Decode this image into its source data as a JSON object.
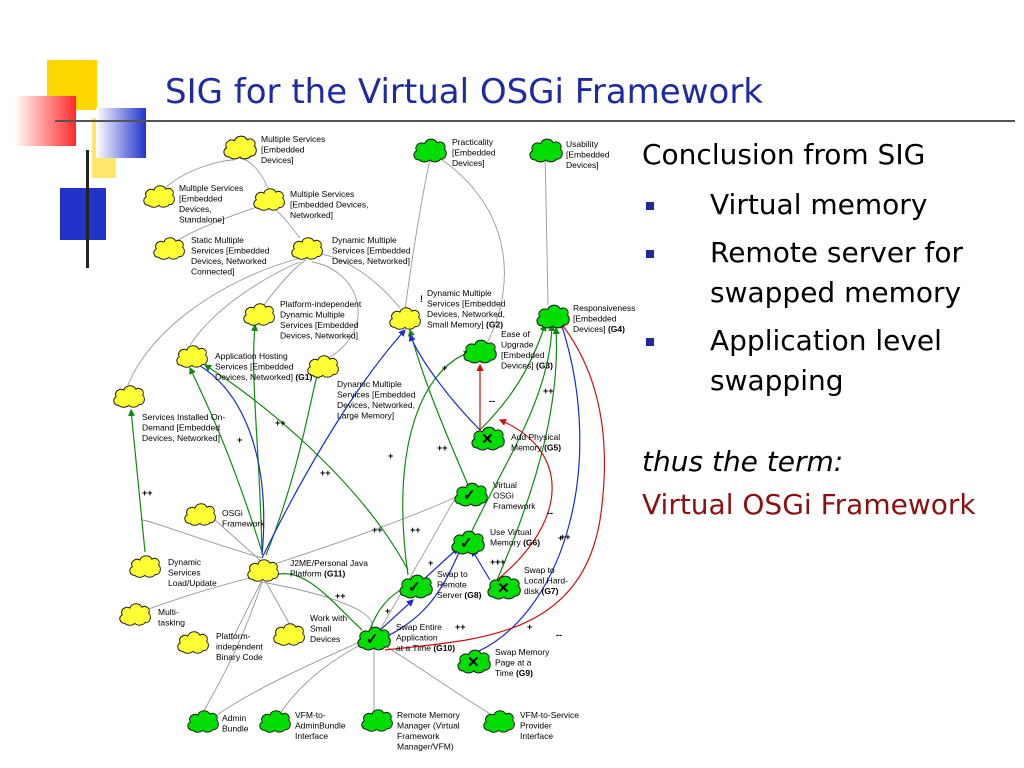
{
  "slide": {
    "title": "SIG for the Virtual OSGi Framework"
  },
  "panel": {
    "heading": "Conclusion from SIG",
    "bullets": [
      "Virtual memory",
      "Remote server for swapped memory",
      "Application level swapping"
    ],
    "thus": "thus the term:",
    "term": "Virtual OSGi Framework"
  },
  "colors": {
    "title": "#1f2aa0",
    "softgoal_fill": "#ffff33",
    "operationalized_fill": "#00dd00",
    "term_color": "#8b1212"
  },
  "sig": {
    "softgoals": [
      {
        "id": "n1",
        "lines": [
          "Multiple Services",
          "[Embedded",
          "Devices]"
        ]
      },
      {
        "id": "n2",
        "lines": [
          "Multiple Services",
          "[Embedded",
          "Devices,",
          "Standalone]"
        ]
      },
      {
        "id": "n3",
        "lines": [
          "Multiple Services",
          "[Embedded Devices,",
          "Networked]"
        ]
      },
      {
        "id": "n4",
        "lines": [
          "Static Multiple",
          "Services [Embedded",
          "Devices, Networked",
          "Connected]"
        ]
      },
      {
        "id": "n5",
        "lines": [
          "Dynamic Multiple",
          "Services [Embedded",
          "Devices, Networked]"
        ]
      },
      {
        "id": "n6",
        "lines": [
          "Platform-independent",
          "Dynamic Multiple",
          "Services [Embedded",
          "Devices, Networked]"
        ]
      },
      {
        "id": "n7",
        "lines": [
          "Dynamic Multiple",
          "Services [Embedded",
          "Devices, Networked,",
          "Small Memory]"
        ],
        "tag": "(G2)"
      },
      {
        "id": "n8",
        "lines": [
          "Application Hosting",
          "Services [Embedded",
          "Devices, Networked]"
        ],
        "tag": "(G1)"
      },
      {
        "id": "n9",
        "lines": [
          "Dynamic Multiple",
          "Services [Embedded",
          "Devices, Networked,",
          "Large Memory]"
        ]
      },
      {
        "id": "n10",
        "lines": [
          "Services Installed On-",
          "Demand [Embedded",
          "Devices, Networked]"
        ]
      },
      {
        "id": "n11",
        "lines": [
          "OSGi",
          "Framework"
        ]
      },
      {
        "id": "n12",
        "lines": [
          "Dynamic",
          "Services",
          "Load/Update"
        ]
      },
      {
        "id": "n13",
        "lines": [
          "J2ME/Personal Java",
          "Platform"
        ],
        "tag": "(G11)"
      },
      {
        "id": "n14",
        "lines": [
          "Multi-",
          "tasking"
        ]
      },
      {
        "id": "n15",
        "lines": [
          "Platform-",
          "independent",
          "Binary Code"
        ]
      },
      {
        "id": "n16",
        "lines": [
          "Work with",
          "Small",
          "Devices"
        ]
      }
    ],
    "green_goals": [
      {
        "id": "g1",
        "lines": [
          "Practicality",
          "[Embedded",
          "Devices]"
        ]
      },
      {
        "id": "g2",
        "lines": [
          "Usability",
          "[Embedded",
          "Devices]"
        ]
      },
      {
        "id": "g3",
        "lines": [
          "Responsiveness",
          "[Embedded",
          "Devices]"
        ],
        "tag": "(G4)"
      },
      {
        "id": "g4",
        "lines": [
          "Ease of",
          "Upgrade",
          "[Embedded",
          "Devices]"
        ],
        "tag": "(G3)"
      },
      {
        "id": "g5",
        "lines": [
          "Add Physical",
          "Memory"
        ],
        "tag": "(G5)"
      },
      {
        "id": "g6",
        "lines": [
          "Virtual",
          "OSGi",
          "Framework"
        ]
      },
      {
        "id": "g7",
        "lines": [
          "Use Virtual",
          "Memory"
        ],
        "tag": "(G6)"
      },
      {
        "id": "g8",
        "lines": [
          "Swap to",
          "Remote",
          "Server"
        ],
        "tag": "(G8)"
      },
      {
        "id": "g9",
        "lines": [
          "Swap to",
          "Local Hard-",
          "disk"
        ],
        "tag": "(G7)"
      },
      {
        "id": "g10",
        "lines": [
          "Swap Entire",
          "Application",
          "at a Time"
        ],
        "tag": "(G10)"
      },
      {
        "id": "g11",
        "lines": [
          "Swap Memory",
          "Page at a",
          "Time"
        ],
        "tag": "(G9)"
      },
      {
        "id": "g12",
        "lines": [
          "Admin",
          "Bundle"
        ]
      },
      {
        "id": "g13",
        "lines": [
          "VFM-to-",
          "AdminBundle",
          "Interface"
        ]
      },
      {
        "id": "g14",
        "lines": [
          "Remote Memory",
          "Manager (Virtual",
          "Framework",
          "Manager/VFM)"
        ]
      },
      {
        "id": "g15",
        "lines": [
          "VFM-to-Service",
          "Provider",
          "Interface"
        ]
      }
    ],
    "contributions": [
      "++",
      "+",
      "++",
      "+",
      "++",
      "+",
      "+",
      "++",
      "--",
      "++",
      "++",
      "++",
      "++",
      "+",
      "--",
      "++",
      "++",
      "+",
      "++",
      "++",
      "+",
      "--",
      "!"
    ]
  }
}
